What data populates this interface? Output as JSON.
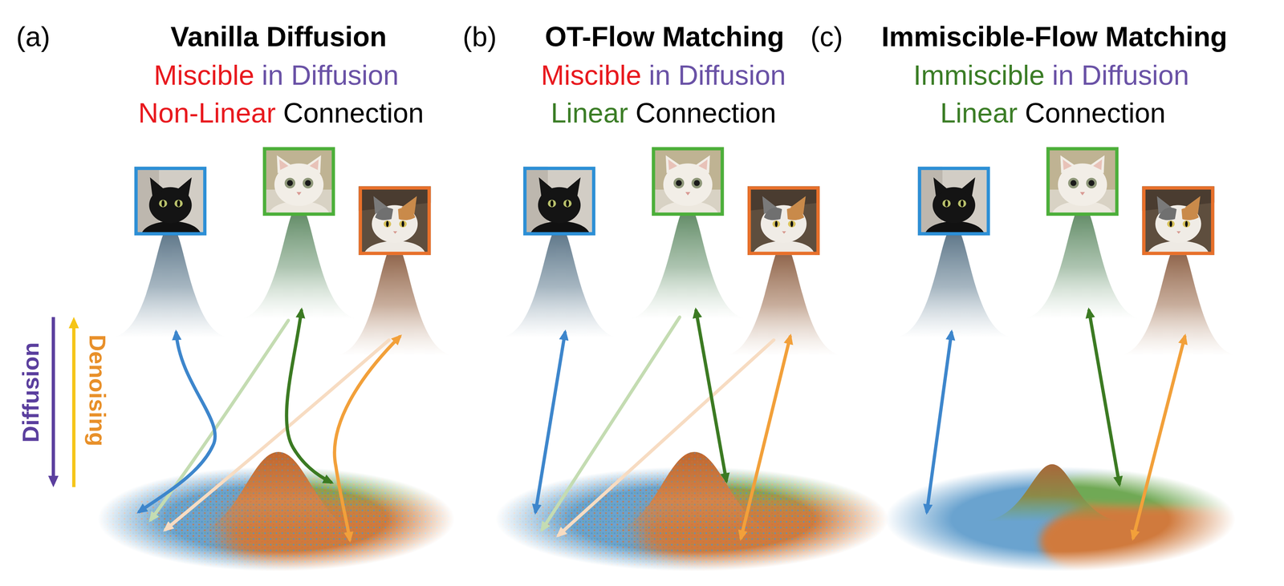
{
  "diagram": {
    "labels": [
      "(a)",
      "Vanilla Diffusion",
      "Miscible",
      "in Diffusion",
      "Non-Linear",
      "Connection",
      "(b)",
      "OT-Flow Matching",
      "Miscible",
      "in Diffusion",
      "Linear",
      "Connection",
      "(c)",
      "Immiscible-Flow Matching",
      "Immiscible",
      "in Diffusion",
      "Linear",
      "Connection",
      "Diffusion",
      "Denoising"
    ]
  }
}
